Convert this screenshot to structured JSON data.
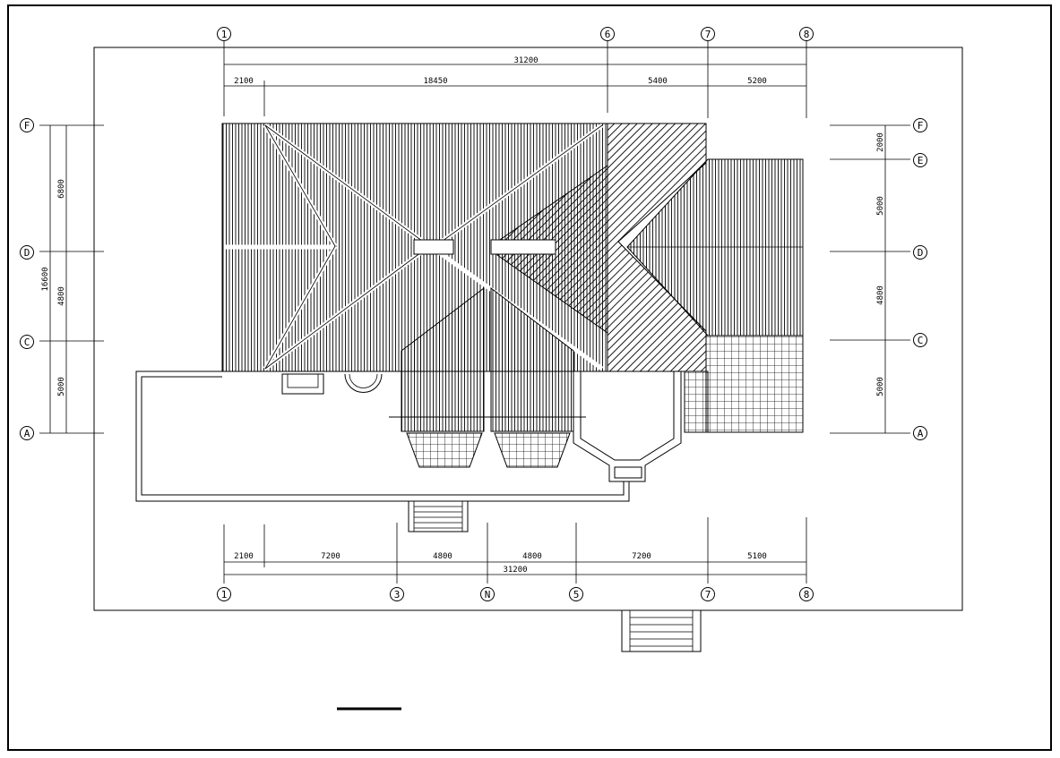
{
  "drawing": {
    "type": "architectural roof plan",
    "top_axis_labels": [
      "1",
      "6",
      "7",
      "8"
    ],
    "bottom_axis_labels": [
      "1",
      "3",
      "N",
      "5",
      "7",
      "8"
    ],
    "left_axis_labels": [
      "F",
      "D",
      "C",
      "A"
    ],
    "right_axis_labels": [
      "F",
      "E",
      "D",
      "C",
      "A"
    ],
    "top_dimensions": {
      "overall": "31200",
      "segments": [
        "2100",
        "18450",
        "5400",
        "5200"
      ]
    },
    "bottom_dimensions": {
      "overall": "31200",
      "segments": [
        "2100",
        "7200",
        "4800",
        "4800",
        "7200",
        "5100"
      ]
    },
    "left_dimensions": {
      "overall": "16600",
      "segments": [
        "6800",
        "4800",
        "5000"
      ]
    },
    "right_dimensions": {
      "segments": [
        "2000",
        "5000",
        "4800",
        "5000"
      ]
    }
  }
}
